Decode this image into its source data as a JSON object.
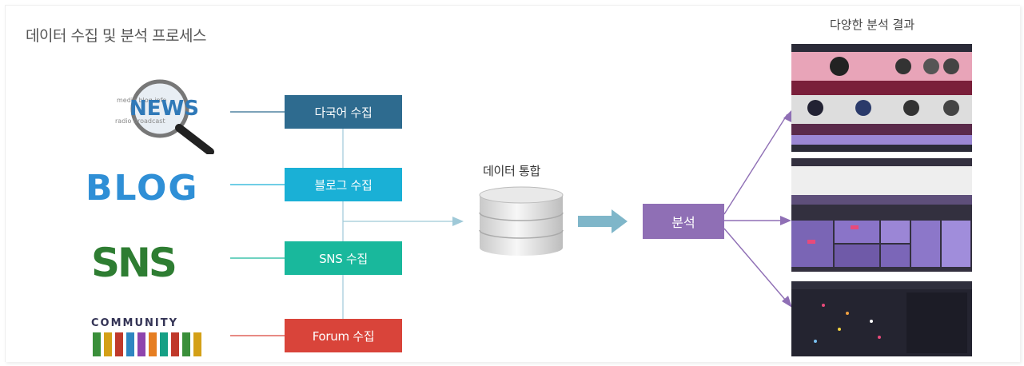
{
  "title": "데이터 수집 및 분석 프로세스",
  "right_title": "다양한 분석 결과",
  "sources": [
    {
      "label": "다국어 수집",
      "color": "#2e6b8f",
      "logo": "news-magnifier-icon",
      "logo_text": "NEWS"
    },
    {
      "label": "블로그 수집",
      "color": "#1ab0d6",
      "logo": "blog-globe-icon",
      "logo_text": "BLOG"
    },
    {
      "label": "SNS 수집",
      "color": "#19b89c",
      "logo": "sns-3d-text-icon",
      "logo_text": "SNS"
    },
    {
      "label": "Forum 수집",
      "color": "#d9443a",
      "logo": "community-people-icon",
      "logo_text": "COMMUNITY"
    }
  ],
  "database": {
    "label": "데이터 통합",
    "icon": "database-cylinder-icon"
  },
  "analysis": {
    "label": "분석",
    "color": "#8f6fb5"
  },
  "colors": {
    "arrow": "#7fb6c9",
    "purple_line": "#8f6fb5",
    "trunk": "#9fc9d8"
  }
}
